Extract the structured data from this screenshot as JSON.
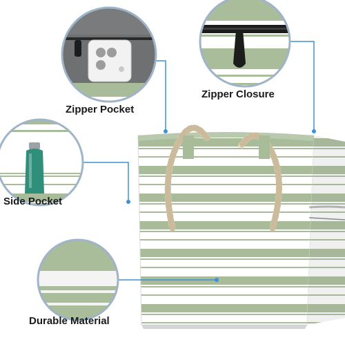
{
  "callouts": {
    "zipper_pocket": "Zipper Pocket",
    "zipper_closure": "Zipper Closure",
    "side_pocket": "Side Pocket",
    "durable_material": "Durable Material"
  },
  "colors": {
    "stripe_green": "#a8bc9a",
    "stripe_dark": "#7f9a73",
    "callout_ring": "#9fb4c8",
    "leader_line": "#3d8fd6",
    "rope": "#e9dcc1",
    "bottle": "#2f8f7a",
    "phone": "#f2f2f2",
    "lining": "#6f7072",
    "zipper": "#1c1c1c"
  },
  "icons": [
    "tote-bag-image",
    "phone-icon",
    "bottle-icon",
    "zipper-pull-icon"
  ]
}
